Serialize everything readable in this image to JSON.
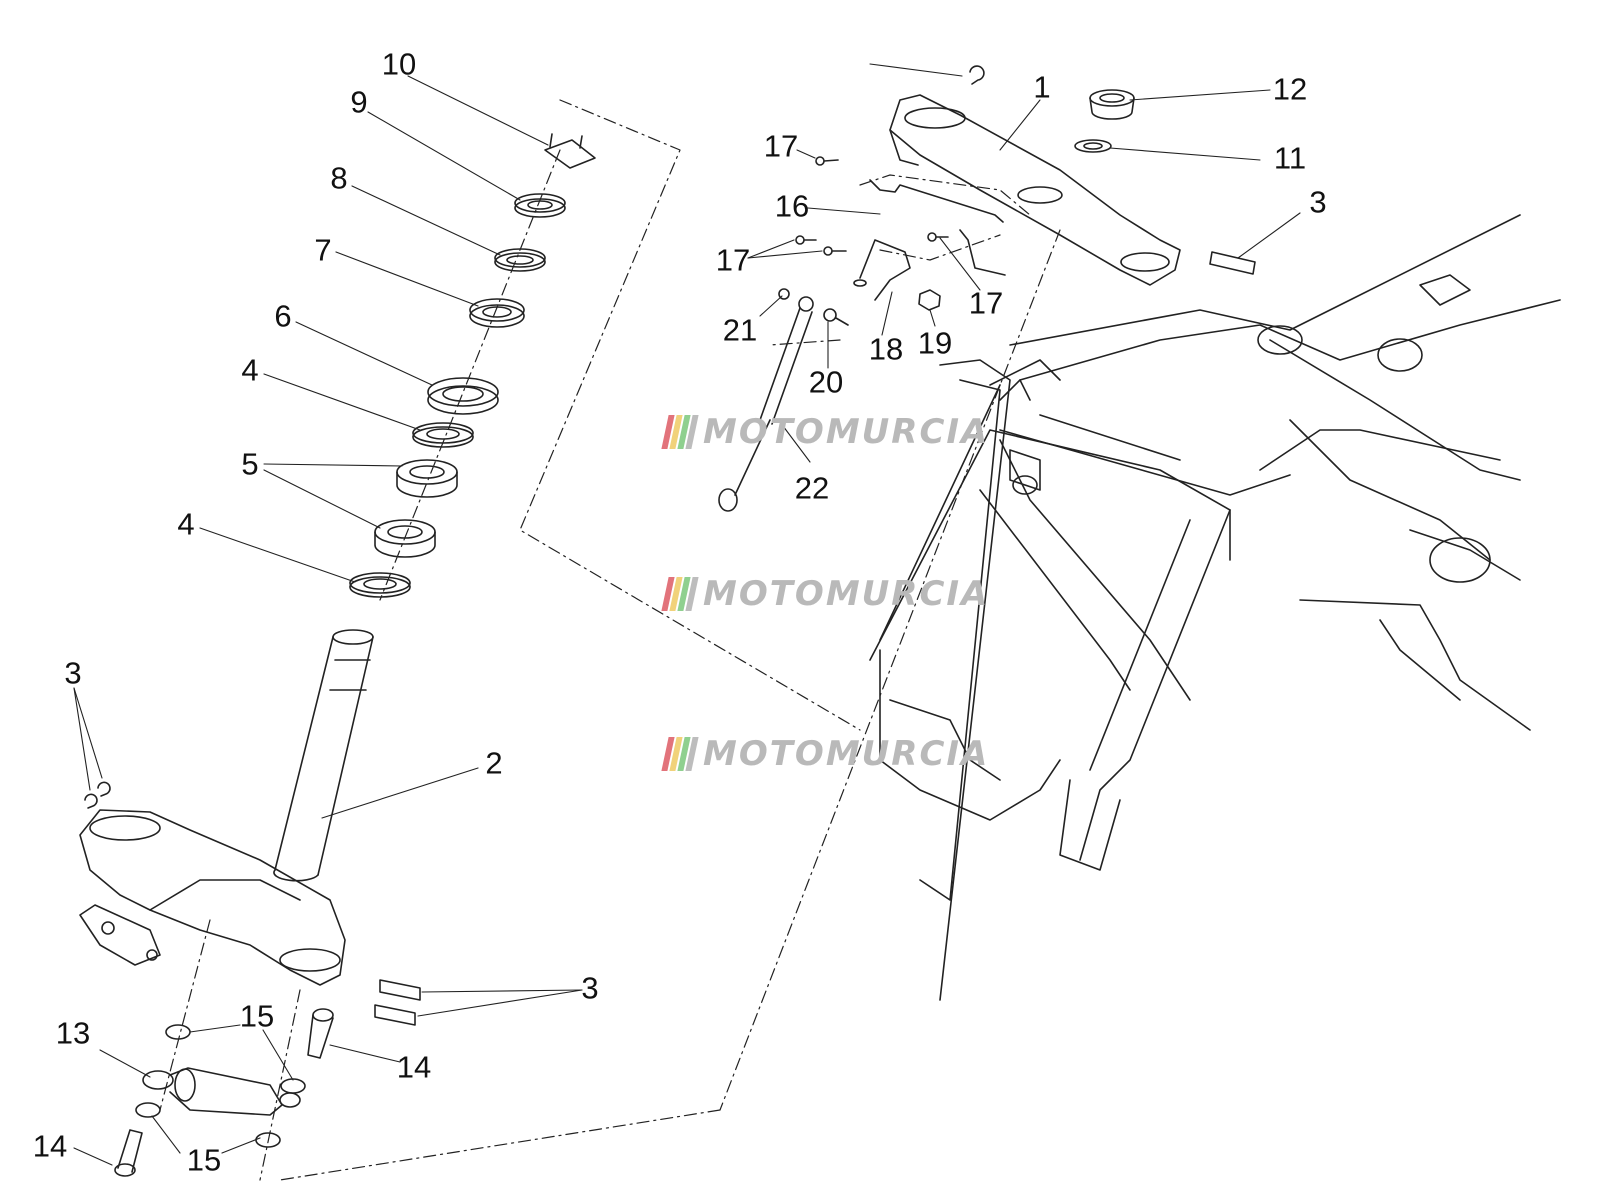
{
  "callouts": [
    "10",
    "9",
    "8",
    "7",
    "6",
    "4",
    "5",
    "4",
    "3",
    "2",
    "3",
    "15",
    "13",
    "14",
    "14",
    "15",
    "3",
    "1",
    "12",
    "11",
    "17",
    "16",
    "3",
    "17",
    "17",
    "21",
    "20",
    "18",
    "19",
    "22"
  ],
  "watermark": {
    "text": "MOTOMURCIA"
  }
}
